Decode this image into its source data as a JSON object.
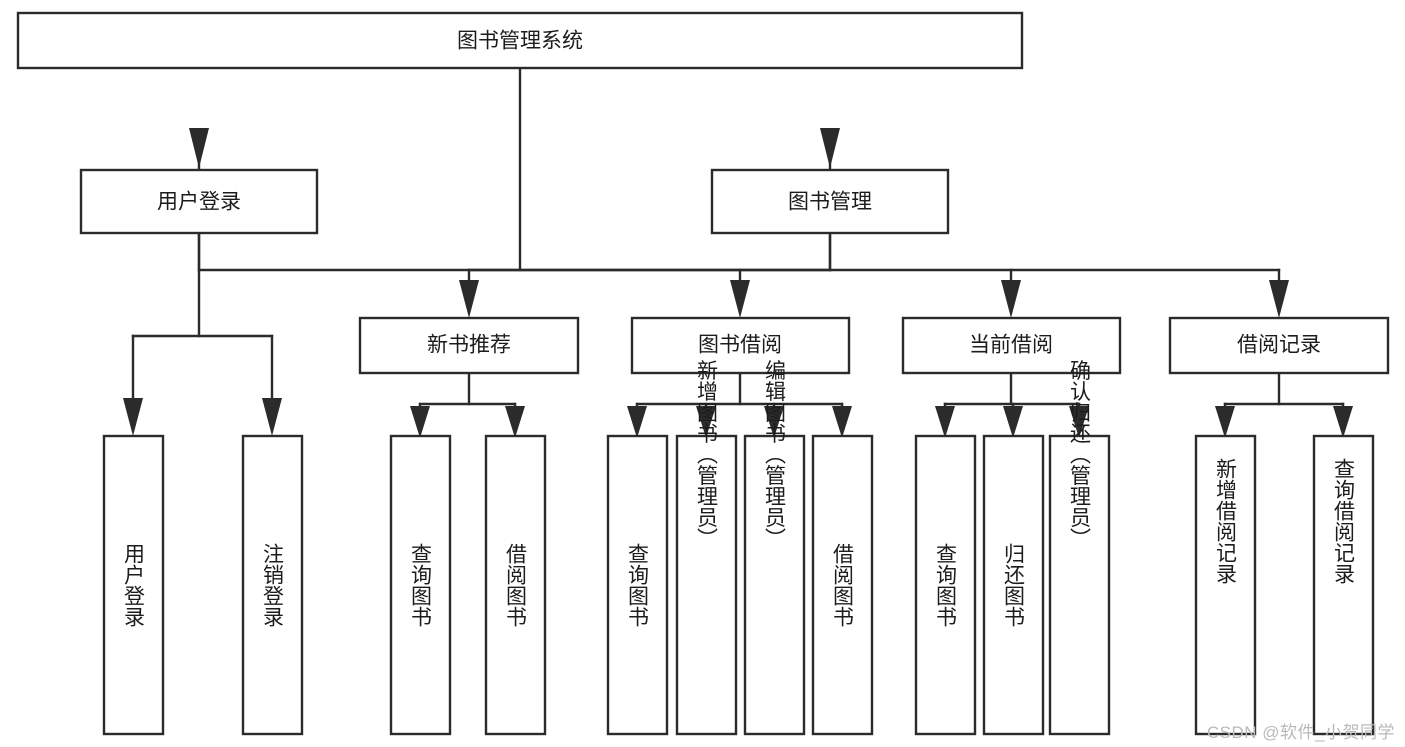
{
  "diagram": {
    "type": "tree",
    "title": "图书管理系统",
    "watermark": "CSDN @软件_小贺同学",
    "nodes": {
      "root": {
        "label": "图书管理系统"
      },
      "level2": [
        {
          "id": "user-login",
          "label": "用户登录"
        },
        {
          "id": "book-manage",
          "label": "图书管理"
        }
      ],
      "level3": [
        {
          "id": "new-book-recommend",
          "label": "新书推荐"
        },
        {
          "id": "book-borrow",
          "label": "图书借阅"
        },
        {
          "id": "current-borrow",
          "label": "当前借阅"
        },
        {
          "id": "borrow-record",
          "label": "借阅记录"
        }
      ],
      "leaves": {
        "user-login": [
          {
            "id": "leaf-user-login",
            "label": "用户登录"
          },
          {
            "id": "leaf-logout-login",
            "label": "注销登录"
          }
        ],
        "new-book-recommend": [
          {
            "id": "leaf-query-book-1",
            "label": "查询图书"
          },
          {
            "id": "leaf-borrow-book-1",
            "label": "借阅图书"
          }
        ],
        "book-borrow": [
          {
            "id": "leaf-query-book-2",
            "label": "查询图书"
          },
          {
            "id": "leaf-add-book",
            "label": "新增图书（管理员）"
          },
          {
            "id": "leaf-edit-book",
            "label": "编辑图书（管理员）"
          },
          {
            "id": "leaf-borrow-book-2",
            "label": "借阅图书"
          }
        ],
        "current-borrow": [
          {
            "id": "leaf-query-book-3",
            "label": "查询图书"
          },
          {
            "id": "leaf-return-book",
            "label": "归还图书"
          },
          {
            "id": "leaf-confirm-return",
            "label": "确认归还（管理员）"
          }
        ],
        "borrow-record": [
          {
            "id": "leaf-add-record",
            "label": "新增借阅记录"
          },
          {
            "id": "leaf-query-record",
            "label": "查询借阅记录"
          }
        ]
      }
    },
    "colors": {
      "stroke": "#2b2b2b",
      "fill": "#ffffff",
      "text": "#1c1c1c",
      "watermark": "#b9b9b9"
    }
  }
}
